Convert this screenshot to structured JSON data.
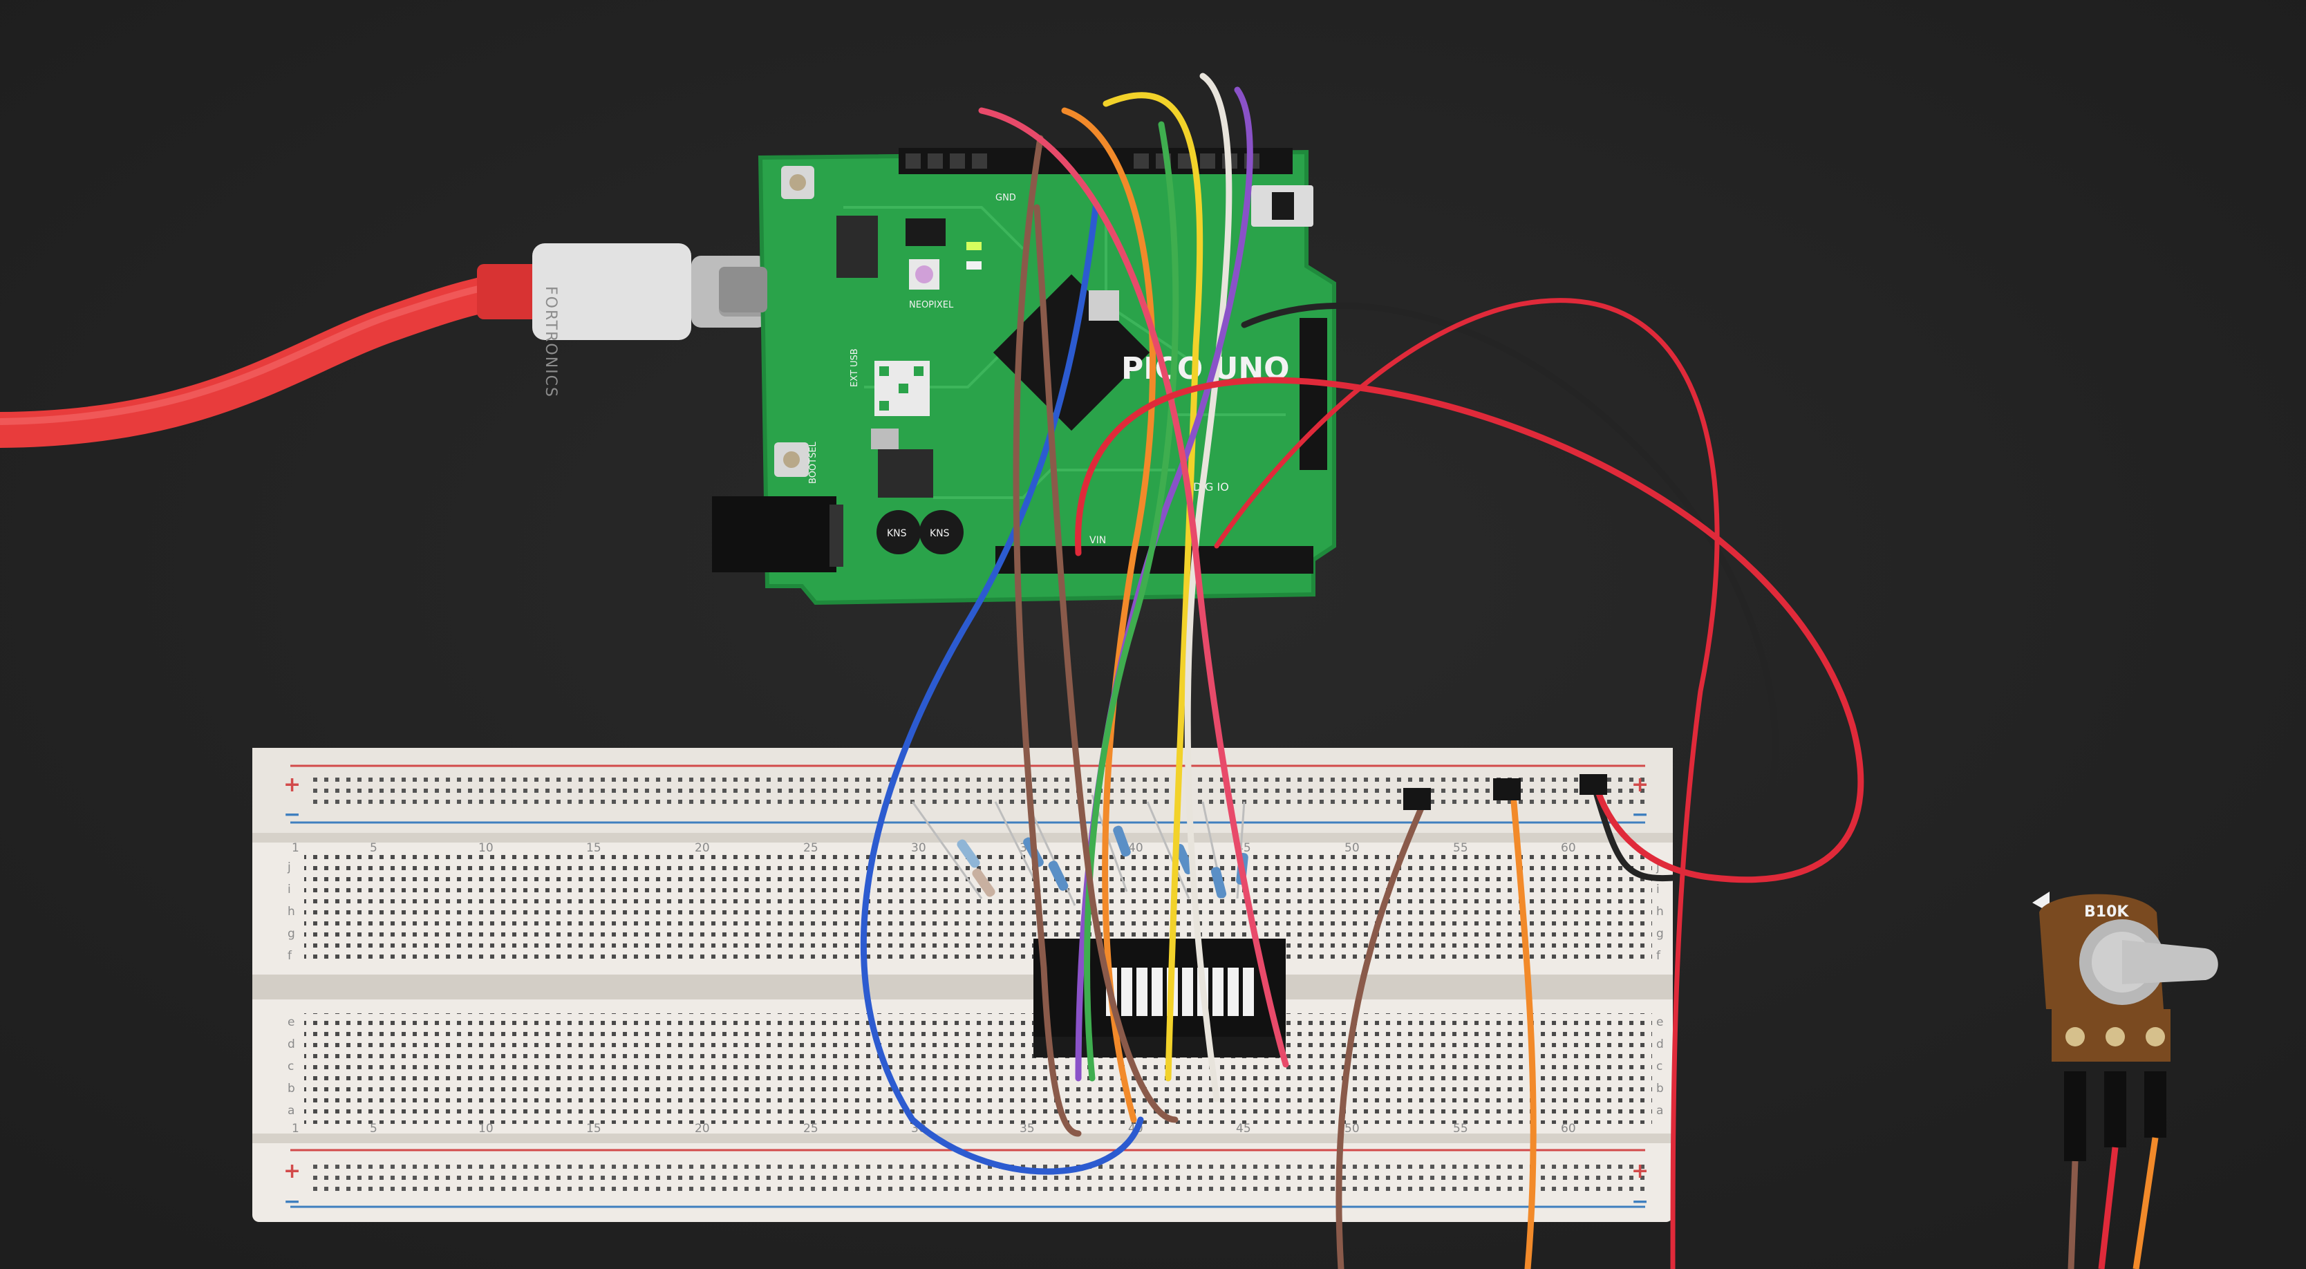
{
  "colors": {
    "background": "#232323",
    "pcb": "#2aa34a",
    "usb_cable": "#e83c3c",
    "breadboard": "#efebe6",
    "rail_red": "#d24a4a",
    "rail_blue": "#3f7fbf",
    "led_bar": "#111111",
    "pot_body": "#7a4a20"
  },
  "usb_cable": {
    "brand": "FORTRONICS"
  },
  "board": {
    "name": "PICO UNO",
    "labels": {
      "neopixel": "NEOPIXEL",
      "boot": "BOOTSEL",
      "ext_usb": "EXT USB",
      "dio": "DIG IO",
      "gnd": "GND",
      "vin": "VIN"
    }
  },
  "breadboard": {
    "plus": "+",
    "minus": "−",
    "column_numbers": [
      "1",
      "5",
      "10",
      "15",
      "20",
      "25",
      "30",
      "35",
      "40",
      "45",
      "50",
      "55",
      "60"
    ],
    "row_letters_top": [
      "j",
      "i",
      "h",
      "g",
      "f"
    ],
    "row_letters_bottom": [
      "e",
      "d",
      "c",
      "b",
      "a"
    ]
  },
  "potentiometer": {
    "label": "B10K"
  },
  "wires": [
    {
      "name": "wire-blue",
      "color": "#2c5bd0"
    },
    {
      "name": "wire-brown",
      "color": "#8a5a4a"
    },
    {
      "name": "wire-orange",
      "color": "#f28a2a"
    },
    {
      "name": "wire-yellow",
      "color": "#f2d22a"
    },
    {
      "name": "wire-white",
      "color": "#e8e4dc"
    },
    {
      "name": "wire-purple",
      "color": "#8a52c8"
    },
    {
      "name": "wire-green",
      "color": "#3fae4f"
    },
    {
      "name": "wire-pink",
      "color": "#e84a6a"
    },
    {
      "name": "wire-black",
      "color": "#242424"
    },
    {
      "name": "wire-red",
      "color": "#e02a3a"
    }
  ]
}
